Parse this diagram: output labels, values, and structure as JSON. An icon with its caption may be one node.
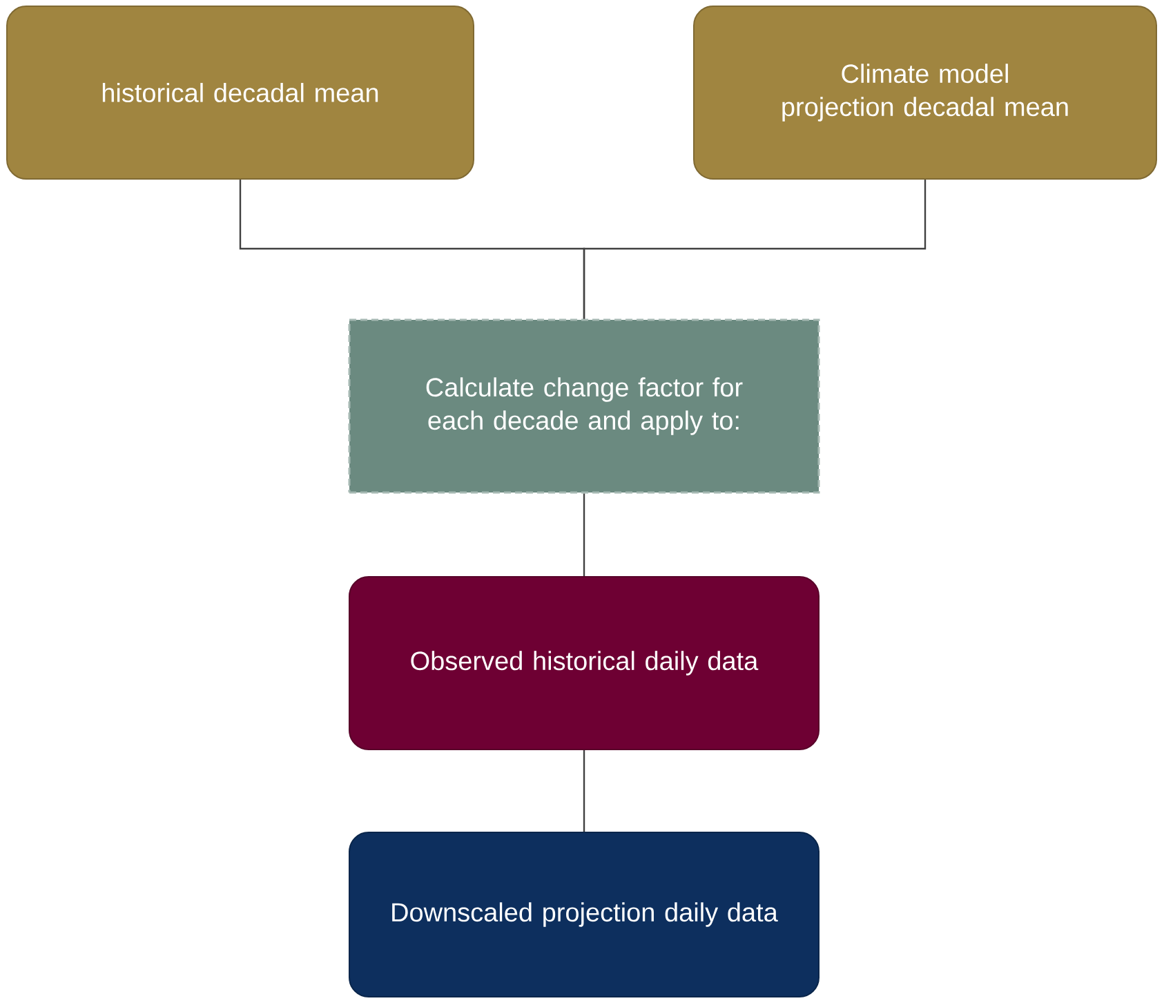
{
  "diagram": {
    "nodes": [
      {
        "text": [
          "historical decadal mean"
        ]
      },
      {
        "text": [
          "Climate model projection decadal mean"
        ]
      },
      {
        "text": [
          "Calculate change factor for each decade and apply to:"
        ]
      },
      {
        "text": [
          "Observed historical daily data"
        ]
      },
      {
        "text": [
          "Downscaled projection daily data"
        ]
      }
    ],
    "edges": [
      {
        "from": 0,
        "to": 2,
        "arrow": "none"
      },
      {
        "from": 1,
        "to": 2,
        "arrow": "none"
      },
      {
        "from": 2,
        "to": 3,
        "arrow": "none"
      },
      {
        "from": 3,
        "to": 4,
        "arrow": "none"
      }
    ]
  }
}
